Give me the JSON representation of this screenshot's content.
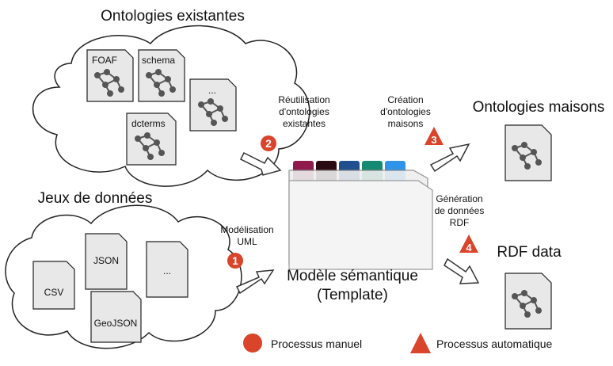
{
  "sections": {
    "existing_ontologies": "Ontologies existantes",
    "datasets": "Jeux de données",
    "home_ontologies": "Ontologies maisons",
    "rdf_data": "RDF data"
  },
  "existing_docs": [
    "FOAF",
    "schema",
    "...",
    "dcterms"
  ],
  "dataset_docs": [
    "CSV",
    "JSON",
    "...",
    "GeoJSON"
  ],
  "steps": {
    "reuse": [
      "Réutilisation",
      "d'ontologies",
      "existantes"
    ],
    "modeling": [
      "Modélisation",
      "UML"
    ],
    "creation": [
      "Création",
      "d'ontologies",
      "maisons"
    ],
    "generation": [
      "Génération",
      "de données",
      "RDF"
    ]
  },
  "step_numbers": {
    "modeling": "1",
    "reuse": "2",
    "creation": "3",
    "generation": "4"
  },
  "model": {
    "title": "Modèle sémantique",
    "subtitle": "(Template)"
  },
  "tab_colors": [
    "#8e1b4c",
    "#2a0a12",
    "#1f4f8f",
    "#148a72",
    "#2f93e8"
  ],
  "legend": {
    "manual": "Processus manuel",
    "automatic": "Processus automatique"
  },
  "colors": {
    "process": "#d9442b",
    "doc_fill": "#e8e8e8",
    "cloud_stroke": "#222222",
    "graph": "#555555"
  }
}
